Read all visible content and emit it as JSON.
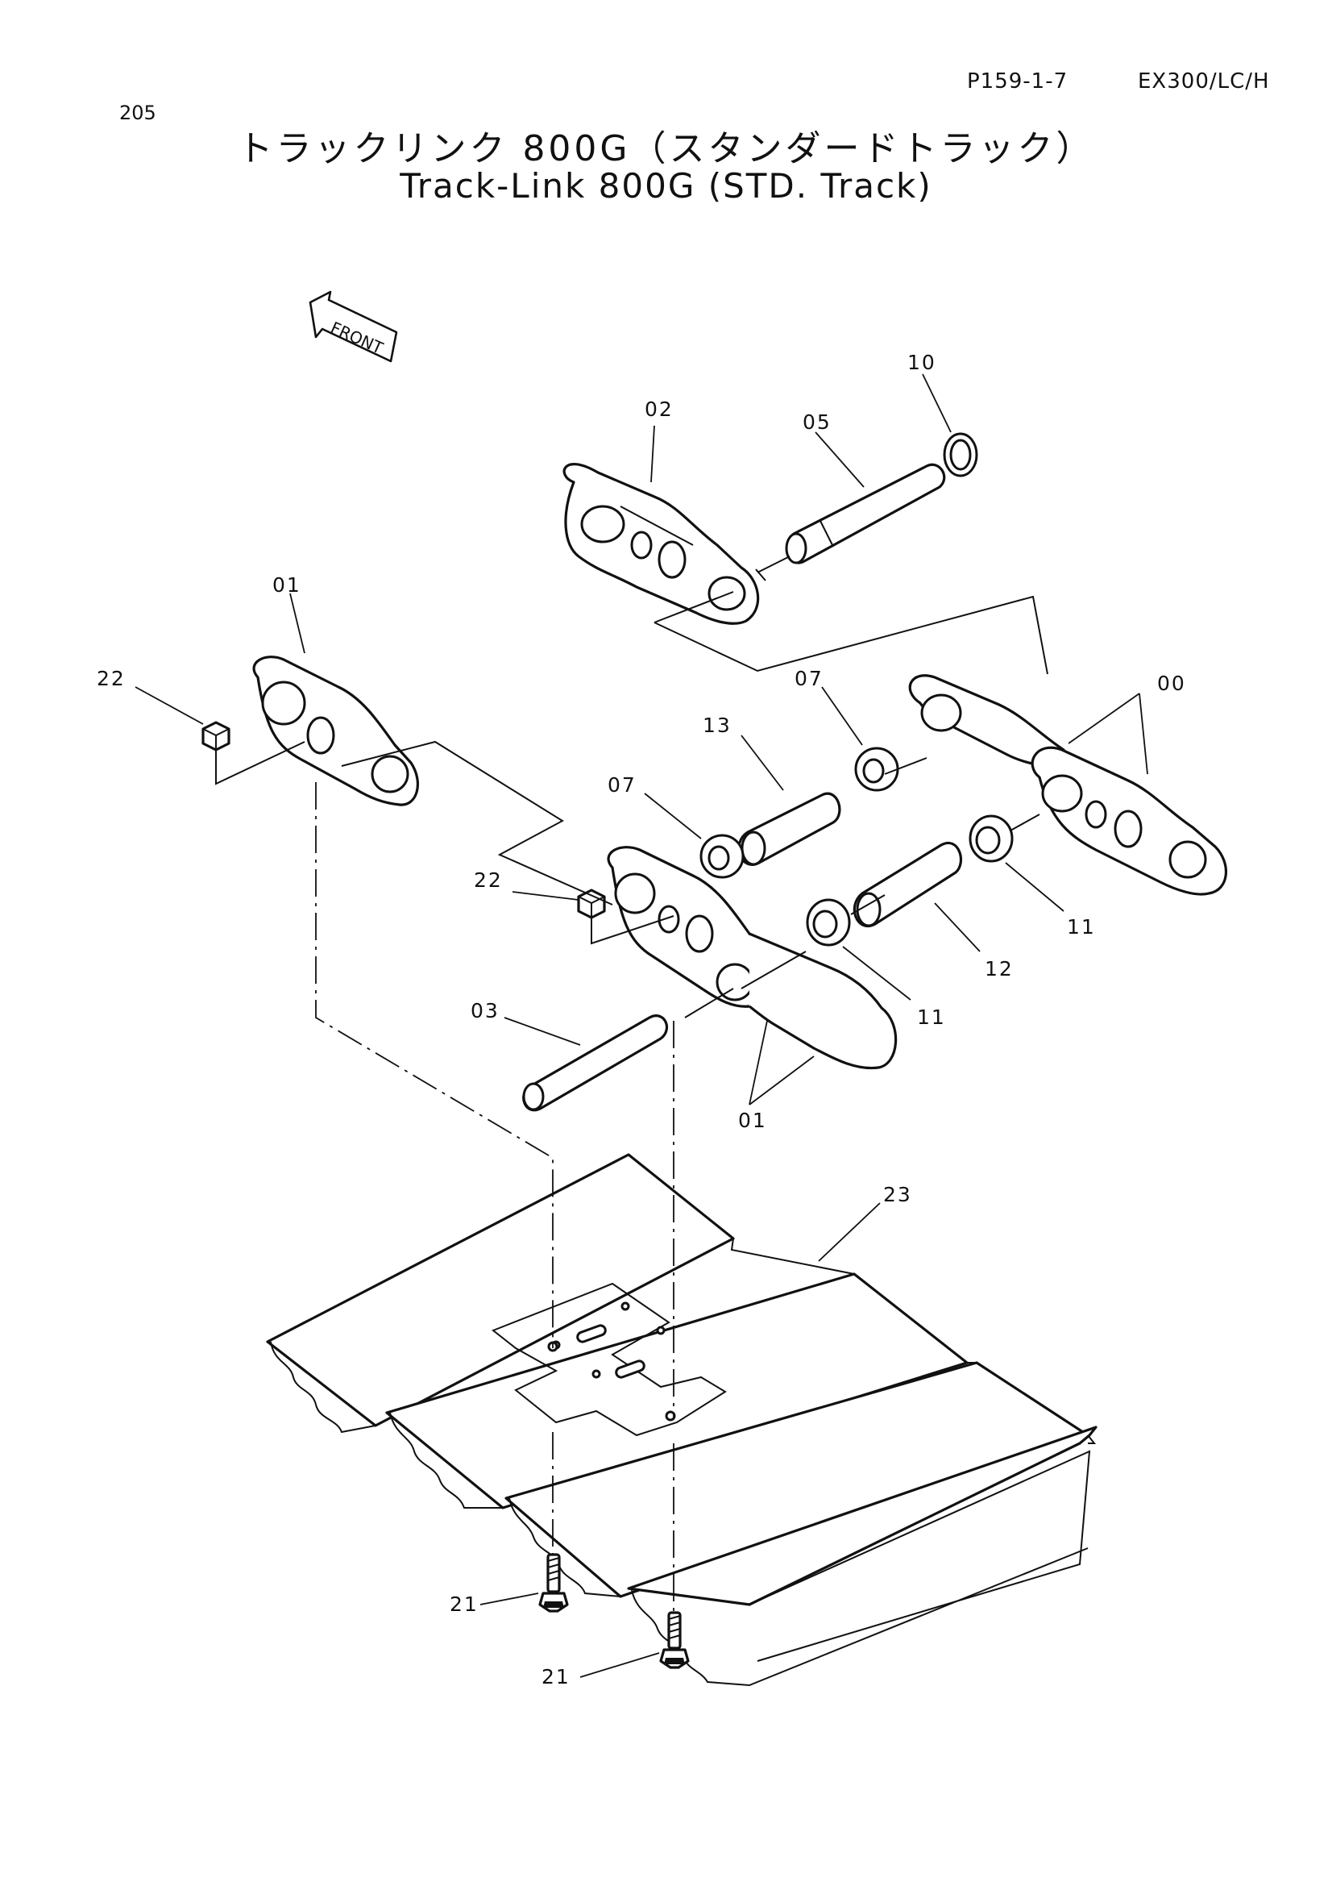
{
  "header": {
    "page_number": "205",
    "page_code": "P159-1-7",
    "model": "EX300/LC/H",
    "title_ja": "トラックリンク 800G（スタンダードトラック）",
    "title_en": "Track-Link 800G (STD. Track)"
  },
  "front_arrow": {
    "label": "FRONT"
  },
  "callouts": {
    "c00": "00",
    "c01_top": "01",
    "c01_bottom": "01",
    "c02": "02",
    "c03": "03",
    "c05": "05",
    "c07_upper": "07",
    "c07_lower": "07",
    "c10": "10",
    "c11_right": "11",
    "c11_lower": "11",
    "c12": "12",
    "c13": "13",
    "c21_upper": "21",
    "c21_lower": "21",
    "c22_upper": "22",
    "c22_lower": "22",
    "c23": "23"
  }
}
